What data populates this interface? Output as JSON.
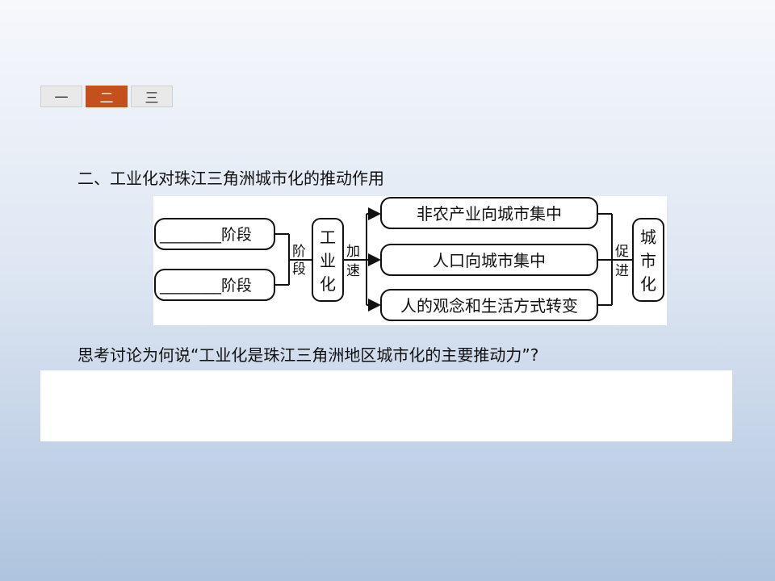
{
  "tabs": [
    {
      "label": "一",
      "active": false
    },
    {
      "label": "二",
      "active": true
    },
    {
      "label": "三",
      "active": false
    }
  ],
  "heading": "二、工业化对珠江三角洲城市化的推动作用",
  "diagram": {
    "stage_boxes": [
      "________阶段",
      "________阶段"
    ],
    "stage_label": [
      "阶",
      "段"
    ],
    "industrialization": [
      "工",
      "业",
      "化"
    ],
    "accelerate": [
      "加",
      "速"
    ],
    "effects": [
      "非农产业向城市集中",
      "人口向城市集中",
      "人的观念和生活方式转变"
    ],
    "promote": [
      "促",
      "进"
    ],
    "urbanization": [
      "城",
      "市",
      "化"
    ]
  },
  "question": "思考讨论为何说“工业化是珠江三角洲地区城市化的主要推动力”?",
  "answer": "",
  "colors": {
    "active_tab": "#c4501e",
    "background_top": "#f6f8fc",
    "background_bottom": "#afc4df"
  }
}
